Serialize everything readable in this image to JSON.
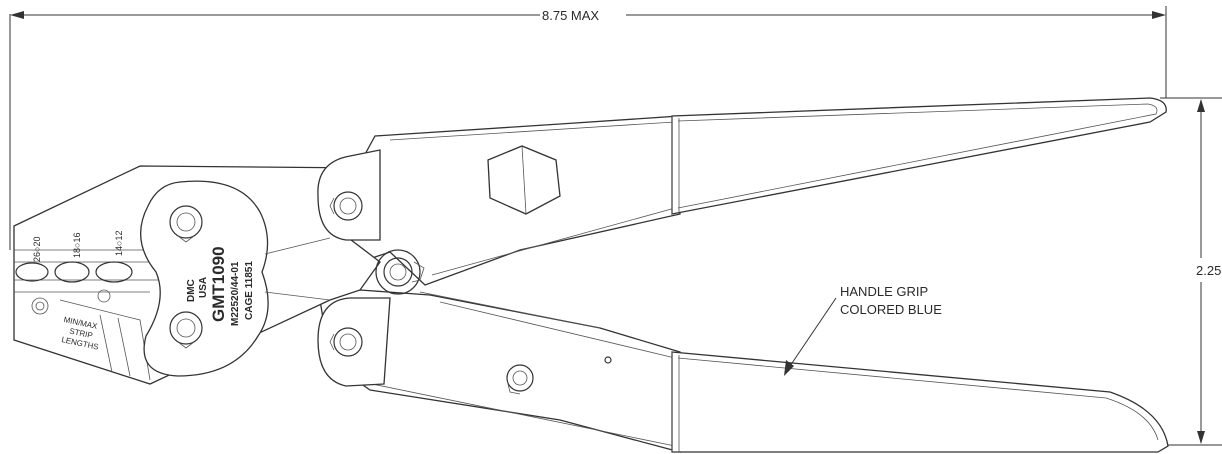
{
  "drawing": {
    "overall_length": "8.75 MAX",
    "overall_height": "2.25",
    "callout": {
      "line1": "HANDLE GRIP",
      "line2": "COLORED BLUE"
    },
    "die_plate": {
      "maker": "DMC",
      "country": "USA",
      "model": "GMT1090",
      "mil_spec": "M22520/44-01",
      "cage": "CAGE 11851"
    },
    "wire_gauges": {
      "pair1": "26○20",
      "pair2": "18○16",
      "pair3": "14○12"
    },
    "strip_label": {
      "line1": "MIN/MAX",
      "line2": "STRIP",
      "line3": "LENGTHS"
    }
  }
}
